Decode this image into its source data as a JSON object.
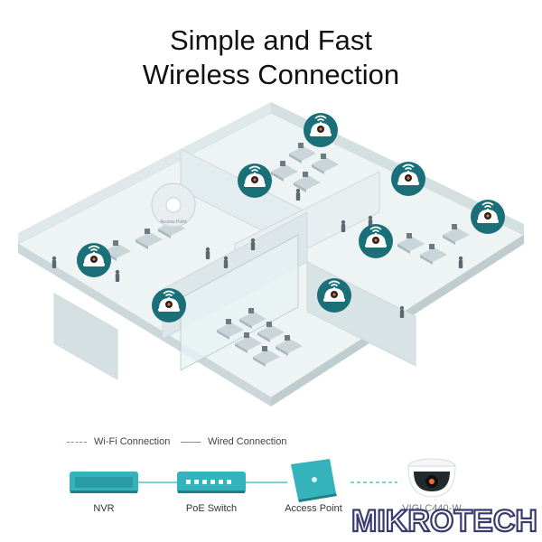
{
  "title_line1": "Simple and Fast",
  "title_line2": "Wireless Connection",
  "scene": {
    "access_point_label": "Access Point",
    "camera_count": 8,
    "icons": [
      "wifi-icon",
      "camera-icon",
      "access-point-icon"
    ]
  },
  "legend": {
    "wifi_label": "Wi-Fi Connection",
    "wired_label": "Wired Connection"
  },
  "devices": {
    "nvr_label": "NVR",
    "switch_label": "PoE Switch",
    "ap_label": "Access Point",
    "camera_label": "VIGI C440-W"
  },
  "brand": {
    "watermark_text": "MIKROTECH"
  },
  "colors": {
    "accent": "#34b3bd",
    "camera_bg": "#1a6f78",
    "wall": "#dfe8ea",
    "floor": "#eef3f4"
  }
}
